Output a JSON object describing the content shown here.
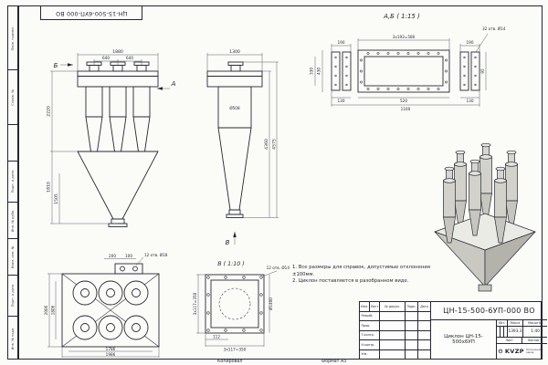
{
  "page": {
    "footer_copy": "Копировал",
    "footer_format": "Формат А3"
  },
  "margin_labels": [
    "Перв. примен.",
    "Справ. №",
    "",
    "Подп. и дата",
    "Инв. № дубл.",
    "Взам. инв. №",
    "Подп. и дата",
    "Инв. № подл."
  ],
  "front_view": {
    "label_a": "А",
    "label_b": "Б",
    "dim_top_total": "1880",
    "dim_top_left": "640",
    "dim_top_right": "640",
    "dim_h1": "2220",
    "dim_h2": "1810",
    "dim_h3": "1505"
  },
  "side_view": {
    "dim_top": "1300",
    "dim_dia": "Ø508",
    "dim_h_total": "4575",
    "dim_h2": "4360",
    "label_v": "В"
  },
  "detail_ab": {
    "title": "А,Б ( 1:15 )",
    "dim_top_center": "3x193=580",
    "dim_top_left": "190",
    "dim_top_right": "190",
    "holes": "32 отв. Ø14",
    "dim_left_outer": "430",
    "dim_left_inner": "330",
    "dim_bot_1": "130",
    "dim_bot_2": "520",
    "dim_bot_3": "130",
    "dim_bot_total": "1160",
    "dim_right": "95"
  },
  "bottom_view": {
    "holes": "12 отв. Ø18",
    "dim_top_1": "200",
    "dim_top_2": "100",
    "dim_left_outer": "2006",
    "dim_left_inner": "1806",
    "dim_bot_inner": "1786",
    "dim_bot_outer": "1986"
  },
  "view_v": {
    "title": "В ( 1:10 )",
    "holes": "12 отв. Ø14",
    "dim_left": "3x117=350",
    "dim_bot_1": "112",
    "dim_bot_2": "3x117=350",
    "dim_right": "Ø1400"
  },
  "notes": {
    "line1": "1. Все размеры для справок, допустимые отклонения ±100мм.",
    "line2": "2. Циклон поставляется в разобранном виде."
  },
  "title_block": {
    "doc_number": "ЦН-15-500-6УП-000 ВО",
    "product_name": "Циклон ЦН-15-500х6УП",
    "header_cols": [
      "Изм.",
      "Лист",
      "№ докум.",
      "Подп.",
      "Дата"
    ],
    "row_labels": [
      "Разраб.",
      "Пров.",
      "Т.контр.",
      "Н.контр.",
      "Утв."
    ],
    "lit_label": "Лит.",
    "mass_label": "Масса",
    "scale_label": "Масштаб",
    "mass": "1393,3",
    "scale": "1:40",
    "sheet_label": "Лист",
    "sheets_label": "Листов",
    "sheets_value": "7",
    "logo": "KVZP",
    "company": "Котельный завод"
  }
}
